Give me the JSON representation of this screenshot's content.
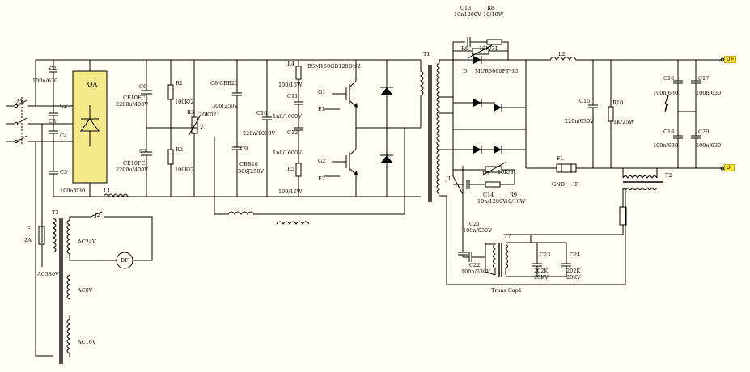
{
  "labels": {
    "AK": "AK",
    "C1": "C1",
    "C1v": "100n/630",
    "C2": "C2",
    "C3": "C3",
    "C4": "C4",
    "C5": "C5",
    "C5v": "100n/630",
    "QA": "QA",
    "L1": "L1",
    "CE1": "CE10FC",
    "CE1v": "2200u/400V",
    "C6": "C6",
    "CE2": "CE10FC",
    "CE2v": "2200u/400V",
    "C7": "C7",
    "R1": "R1",
    "R1v": "100K/2",
    "R2": "R2",
    "R2v": "100K/2",
    "R3": "R3",
    "R3v": "20K021",
    "V": "V",
    "C8": "C8 CBB20",
    "C8v": "306J250V",
    "C9": "C9",
    "C9b": "CBB20",
    "C9v": "306J250V",
    "C10": "C10",
    "C10v": "220n/1000V",
    "R4": "R4",
    "R4v": "100/16W",
    "C11": "C11",
    "C11v": "1n0/1600V",
    "C12": "C12",
    "C12v": "1n0/1600V",
    "R5": "R5",
    "R5v": "100/16W",
    "IGBT": "BSM150GB120DN2",
    "G1": "G1",
    "E1": "E1",
    "G2": "G2",
    "E2": "E2",
    "T1": "T1",
    "C13": "C13",
    "C13v": "10n1200V",
    "R8": "R8",
    "R8v": "10/10W",
    "R6": "R6",
    "R6v": "10K/31",
    "D": "D",
    "Dv": "MUR3060PT*15",
    "R7": "R7",
    "R7v": "10K/31",
    "C14": "C14",
    "C14v": "10n/1200V",
    "R9": "R9",
    "R9v": "10/10W",
    "L2": "L2",
    "C15": "C15",
    "C15v": "220n/630V",
    "R10": "R10",
    "R10v": "1K/25W",
    "C16": "C16",
    "C16v": "100n/630",
    "C17": "C17",
    "C17v": "100n/630",
    "C18": "C18",
    "C18v": "100n/630",
    "C20": "C20",
    "C20v": "100n/630",
    "FL": "FL",
    "GND": "GND",
    "IF": "IF",
    "T2": "T2",
    "OUTP": "U+",
    "OUTN": "U-",
    "J1": "J1",
    "C21": "C21",
    "C21v": "100n/630V",
    "C22": "C22",
    "C22v": "100n/630V",
    "T7": "T7",
    "C23": "C23",
    "C23v": "202K",
    "C23v2": "20KV",
    "C24": "C24",
    "C24v": "202K",
    "C24v2": "20KV",
    "TransCap": "Trans Cap1",
    "T3": "T3",
    "F": "F",
    "Fv": "2A",
    "AC380": "AC380V",
    "J2": "J2",
    "AC24": "AC24V",
    "DF": "DF",
    "AC8": "AC8V",
    "AC16": "AC16V"
  }
}
